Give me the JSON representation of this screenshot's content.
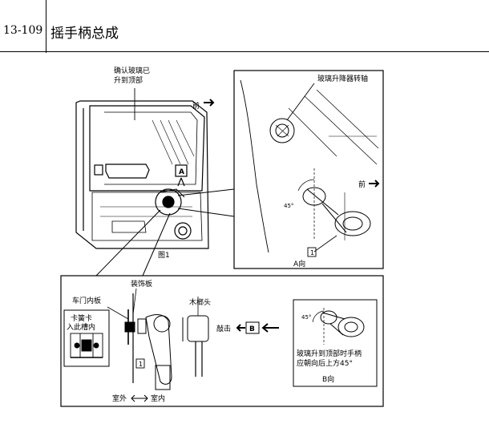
{
  "header": {
    "page_number": "13-109",
    "title": "摇手柄总成"
  },
  "figure1": {
    "confirm_label_line1": "确认玻璃已",
    "confirm_label_line2": "升到顶部",
    "front_label": "前",
    "arrow_a": "A",
    "caption": "图1"
  },
  "view_a": {
    "shaft_label": "玻璃升降器转轴",
    "front_label": "前",
    "angle_label": "45°",
    "part_number": "1",
    "caption": "A向"
  },
  "lower": {
    "trim_label": "装饰板",
    "inner_panel_label": "车门内板",
    "clip_label_line1": "卡簧卡",
    "clip_label_line2": "入此槽内",
    "hammer_label": "木榔头",
    "knock_label": "敲击",
    "arrow_b": "B",
    "part_number": "1",
    "direction_outside": "室外",
    "direction_inside": "室内"
  },
  "view_b": {
    "angle_label": "45°",
    "note_line1": "玻璃升到顶部时手柄",
    "note_line2": "应朝向后上方45°",
    "caption": "B向"
  }
}
